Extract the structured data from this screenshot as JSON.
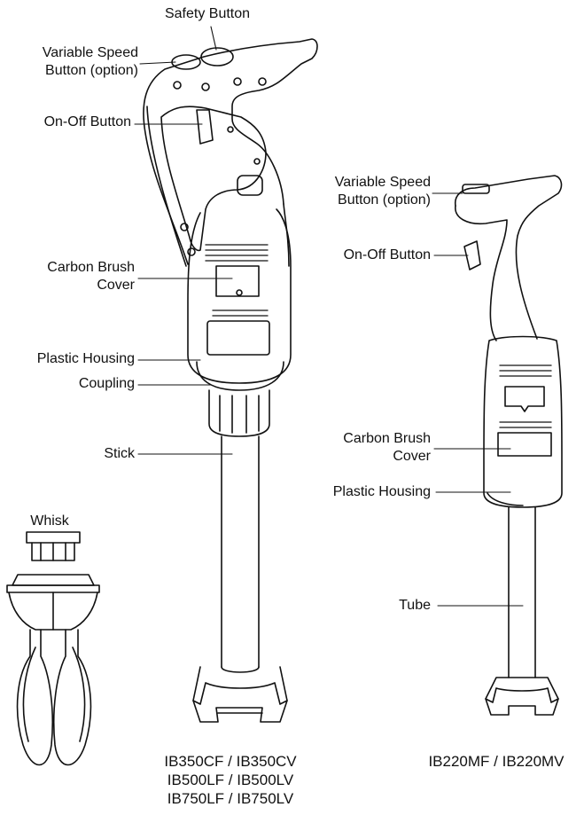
{
  "left_mixer": {
    "labels": {
      "safety_button": "Safety Button",
      "variable_speed": [
        "Variable Speed",
        "Button (option)"
      ],
      "on_off": "On-Off Button",
      "carbon_brush": [
        "Carbon Brush",
        "Cover"
      ],
      "plastic_housing": "Plastic Housing",
      "coupling": "Coupling",
      "stick": "Stick"
    },
    "models": [
      "IB350CF / IB350CV",
      "IB500LF / IB500LV",
      "IB750LF / IB750LV"
    ]
  },
  "right_mixer": {
    "labels": {
      "variable_speed": [
        "Variable Speed",
        "Button  (option)"
      ],
      "on_off": "On-Off Button",
      "carbon_brush": [
        "Carbon Brush",
        "Cover"
      ],
      "plastic_housing": "Plastic Housing",
      "tube": "Tube"
    },
    "models": [
      "IB220MF / IB220MV"
    ]
  },
  "whisk": {
    "label": "Whisk"
  }
}
